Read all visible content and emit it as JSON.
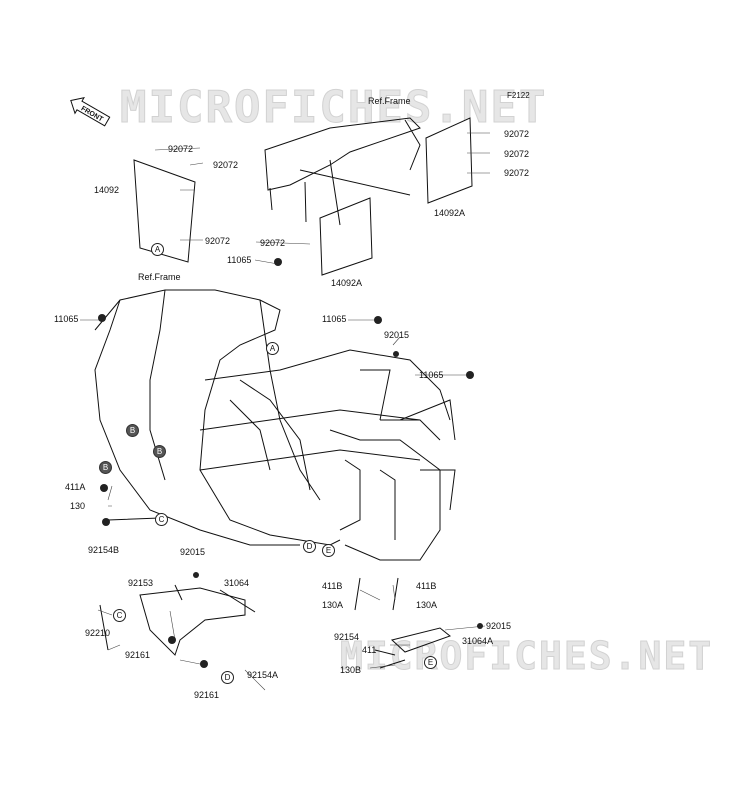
{
  "watermark": "MICROFICHES.NET",
  "figure_code": "F2122",
  "front_arrow_label": "FRONT",
  "ref_frame_top": "Ref.Frame",
  "ref_frame_left": "Ref.Frame",
  "part_labels": {
    "p92072_a": "92072",
    "p92072_b": "92072",
    "p14092": "14092",
    "p92072_c": "92072",
    "p92072_right1": "92072",
    "p92072_right2": "92072",
    "p92072_right3": "92072",
    "p14092a_right": "14092A",
    "p92072_mid": "92072",
    "p11065_mid": "11065",
    "p14092a_mid": "14092A",
    "p11065_left": "11065",
    "p11065_center": "11065",
    "p92015_center": "92015",
    "p11065_right": "11065",
    "p411a": "411A",
    "p130": "130",
    "p92154b": "92154B",
    "p92015_lower": "92015",
    "p92153": "92153",
    "p31064": "31064",
    "p92210": "92210",
    "p92161_a": "92161",
    "p92161_b": "92161",
    "p92154a": "92154A",
    "p411b_l": "411B",
    "p411b_r": "411B",
    "p130a_l": "130A",
    "p130a_r": "130A",
    "p92015_br": "92015",
    "p92154": "92154",
    "p31064a": "31064A",
    "p411": "411",
    "p130b": "130B"
  },
  "callouts": {
    "A1": "A",
    "A2": "A",
    "B1": "B",
    "B2": "B",
    "B3": "B",
    "C1": "C",
    "C2": "C",
    "D1": "D",
    "D2": "D",
    "E1": "E",
    "E2": "E"
  }
}
